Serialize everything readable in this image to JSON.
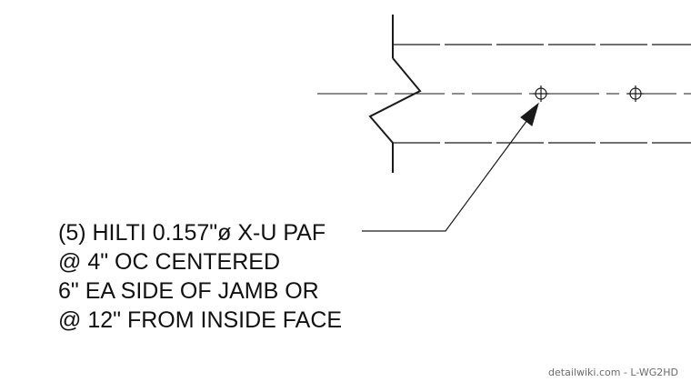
{
  "callout": {
    "lines": [
      "(5) HILTI 0.157\"ø X-U PAF",
      "@ 4\" OC CENTERED",
      "6\" EA SIDE OF JAMB OR",
      "@ 12\" FROM INSIDE FACE"
    ]
  },
  "watermark": {
    "text": "detailwiki.com - L-WG2HD"
  },
  "colors": {
    "line": "#1a1a1a",
    "text": "#111111",
    "watermark": "#6a6a6a",
    "background": "#ffffff"
  },
  "fasteners": {
    "count_shown": 2,
    "icon": "crosshair-circle-icon"
  }
}
